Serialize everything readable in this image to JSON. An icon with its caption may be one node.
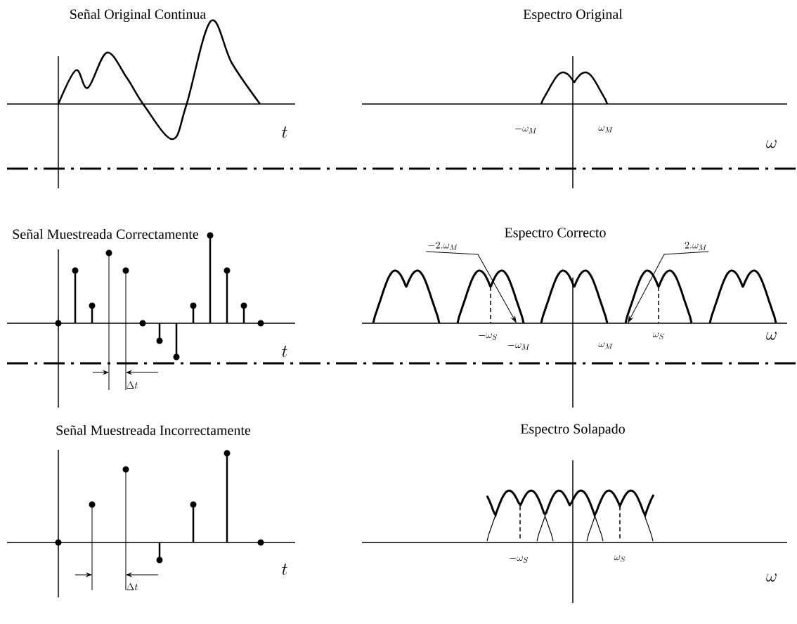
{
  "diagram": {
    "nodes": [
      {
        "text": [
          "- 2.\\omega_M"
        ]
      },
      {
        "text": [
          "2.\\omega_M"
        ]
      }
    ],
    "edges": [
      {
        "from": 0,
        "to": null,
        "arrow": "to"
      },
      {
        "from": 1,
        "to": null,
        "arrow": "to"
      }
    ],
    "labels": [
      "Señal Original Continua",
      "Espectro Original",
      "t",
      "-\\omega_M",
      "\\omega_M",
      "\\omega",
      "Señal Muestreada Correctamente",
      "Espectro Correcto",
      "-\\omega_S",
      "-\\omega_M",
      "\\omega_M",
      "\\omega_S",
      "t",
      "\\omega",
      "\\Delta t",
      "Señal Muestreada Incorrectamente",
      "Espectro Solapado",
      "-\\omega_S",
      "\\omega_S",
      "t",
      "\\omega",
      "\\Delta t"
    ]
  }
}
